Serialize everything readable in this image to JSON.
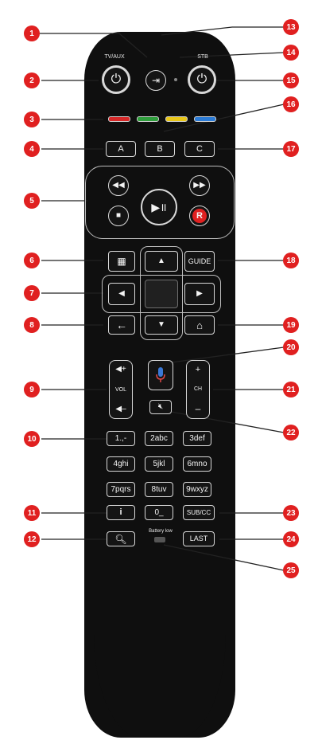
{
  "remote": {
    "tv_aux_label": "TV/AUX",
    "stb_label": "STB",
    "abc_buttons": [
      "A",
      "B",
      "C"
    ],
    "guide_label": "GUIDE",
    "vol_label": "VOL",
    "ch_label": "CH",
    "numpad": [
      "1.,-",
      "2abc",
      "3def",
      "4ghi",
      "5jkl",
      "6mno",
      "7pqrs",
      "8tuv",
      "9wxyz"
    ],
    "info_label": "i",
    "zero_label": "0_",
    "subcc_label": "SUB/CC",
    "last_label": "LAST",
    "battery_label": "Battery low",
    "record_label": "R",
    "plus": "+",
    "minus": "–",
    "colors": {
      "red": "#d62828",
      "green": "#2e9e3c",
      "yellow": "#e8c619",
      "blue": "#2b7bd6"
    }
  },
  "callouts": [
    "1",
    "2",
    "3",
    "4",
    "5",
    "6",
    "7",
    "8",
    "9",
    "10",
    "11",
    "12",
    "13",
    "14",
    "15",
    "16",
    "17",
    "18",
    "19",
    "20",
    "21",
    "22",
    "23",
    "24",
    "25"
  ],
  "callout_color": "#e02020"
}
